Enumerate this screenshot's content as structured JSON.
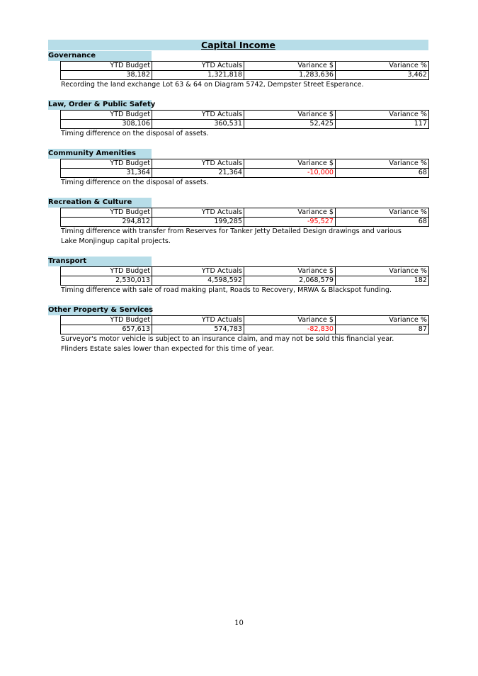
{
  "title": "Capital Income",
  "columns": [
    "YTD Budget",
    "YTD Actuals",
    "Variance $",
    "Variance %"
  ],
  "sections": [
    {
      "heading": "Governance",
      "values": [
        "38,182",
        "1,321,818",
        "1,283,636",
        "3,462"
      ],
      "negative_variance": false,
      "note": [
        "Recording the land exchange Lot 63 & 64 on Diagram 5742, Dempster Street Esperance."
      ]
    },
    {
      "heading": "Law, Order & Public Safety",
      "values": [
        "308,106",
        "360,531",
        "52,425",
        "117"
      ],
      "negative_variance": false,
      "note": [
        "Timing difference on the disposal of assets."
      ]
    },
    {
      "heading": "Community Amenities",
      "values": [
        "31,364",
        "21,364",
        "-10,000",
        "68"
      ],
      "negative_variance": true,
      "note": [
        "Timing difference on the disposal of assets."
      ]
    },
    {
      "heading": "Recreation & Culture",
      "values": [
        "294,812",
        "199,285",
        "-95,527",
        "68"
      ],
      "negative_variance": true,
      "note": [
        "Timing difference with transfer from Reserves for Tanker Jetty Detailed Design drawings and various",
        "Lake Monjingup capital projects."
      ]
    },
    {
      "heading": "Transport",
      "values": [
        "2,530,013",
        "4,598,592",
        "2,068,579",
        "182"
      ],
      "negative_variance": false,
      "note": [
        "Timing difference with sale of road making plant, Roads to Recovery, MRWA & Blackspot funding."
      ]
    },
    {
      "heading": "Other Property & Services",
      "values": [
        "657,613",
        "574,783",
        "-82,830",
        "87"
      ],
      "negative_variance": true,
      "note": [
        "Surveyor's motor vehicle is subject to an insurance claim, and may not be sold this financial year.",
        "Flinders Estate sales lower than expected for this time of year."
      ]
    }
  ],
  "page_number": "10",
  "colors": {
    "header_band": "#b7dde8",
    "negative": "#ff0000"
  }
}
